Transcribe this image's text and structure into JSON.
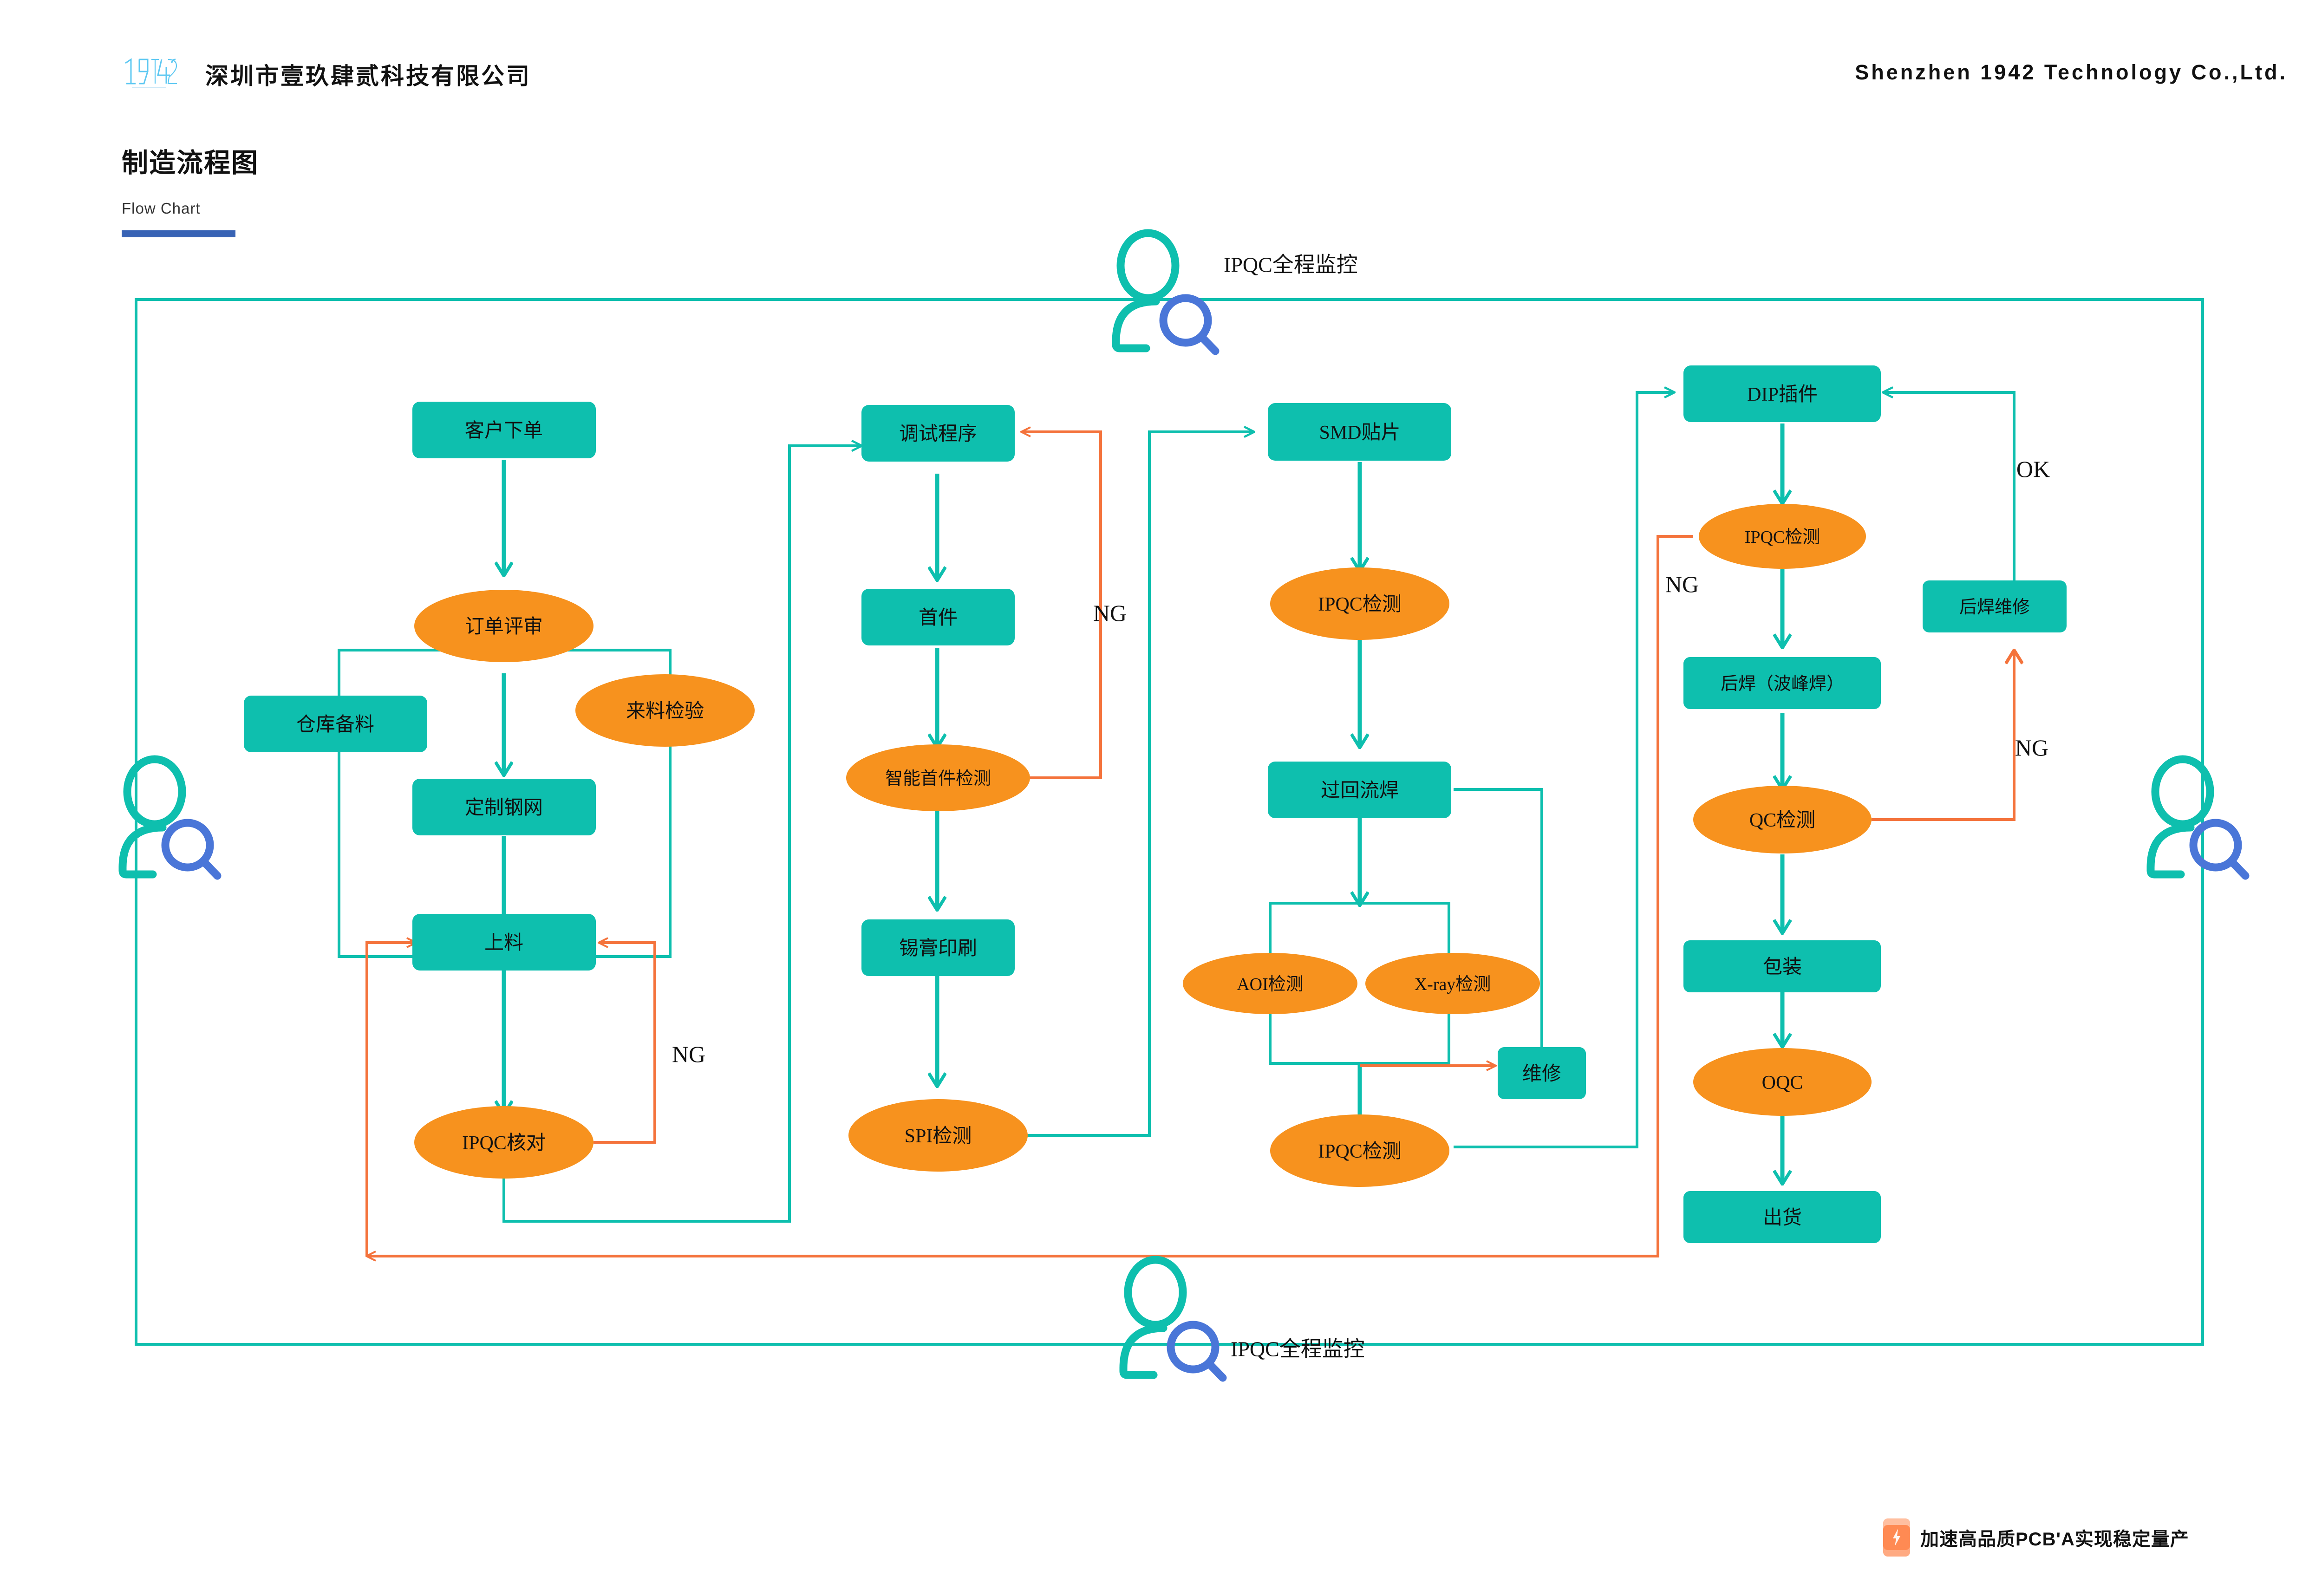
{
  "header": {
    "logo_text": "1942",
    "company_cn": "深圳市壹玖肆贰科技有限公司",
    "company_en": "Shenzhen 1942 Technology Co.,Ltd."
  },
  "title": {
    "cn": "制造流程图",
    "en": "Flow Chart"
  },
  "footer": {
    "slogan": "加速高品质PCB'A实现稳定量产",
    "icon": "lightning-bolt-icon"
  },
  "colors": {
    "teal": "#0ebfae",
    "orange": "#f7921e",
    "orange_line": "#f4733c",
    "blue": "#4a76d8",
    "logo_blue": "#5ec8f2",
    "rule_blue": "#3863b5"
  },
  "chart_data": {
    "type": "flowchart",
    "title": "制造流程图",
    "subtitle": "Flow Chart",
    "monitors": [
      {
        "id": "mon-top",
        "label": "IPQC全程监控"
      },
      {
        "id": "mon-bottom",
        "label": "IPQC全程监控"
      },
      {
        "id": "mon-left",
        "label": ""
      },
      {
        "id": "mon-right",
        "label": ""
      }
    ],
    "nodes": [
      {
        "id": "n1",
        "label": "客户下单",
        "shape": "rect",
        "col": 1
      },
      {
        "id": "n2",
        "label": "订单评审",
        "shape": "ellipse",
        "col": 1
      },
      {
        "id": "n3",
        "label": "仓库备料",
        "shape": "rect",
        "col": 1
      },
      {
        "id": "n4",
        "label": "来料检验",
        "shape": "ellipse",
        "col": 1
      },
      {
        "id": "n5",
        "label": "定制钢网",
        "shape": "rect",
        "col": 1
      },
      {
        "id": "n6",
        "label": "上料",
        "shape": "rect",
        "col": 1
      },
      {
        "id": "n7",
        "label": "IPQC核对",
        "shape": "ellipse",
        "col": 1
      },
      {
        "id": "n8",
        "label": "调试程序",
        "shape": "rect",
        "col": 2
      },
      {
        "id": "n9",
        "label": "首件",
        "shape": "rect",
        "col": 2
      },
      {
        "id": "n10",
        "label": "智能首件检测",
        "shape": "ellipse",
        "col": 2
      },
      {
        "id": "n11",
        "label": "锡膏印刷",
        "shape": "rect",
        "col": 2
      },
      {
        "id": "n12",
        "label": "SPI检测",
        "shape": "ellipse",
        "col": 2
      },
      {
        "id": "n13",
        "label": "SMD贴片",
        "shape": "rect",
        "col": 3
      },
      {
        "id": "n14",
        "label": "IPQC检测",
        "shape": "ellipse",
        "col": 3
      },
      {
        "id": "n15",
        "label": "过回流焊",
        "shape": "rect",
        "col": 3
      },
      {
        "id": "n16",
        "label": "AOI检测",
        "shape": "ellipse",
        "col": 3
      },
      {
        "id": "n17",
        "label": "X-ray检测",
        "shape": "ellipse",
        "col": 3
      },
      {
        "id": "n18",
        "label": "维修",
        "shape": "rect",
        "col": 3
      },
      {
        "id": "n19",
        "label": "IPQC检测",
        "shape": "ellipse",
        "col": 3
      },
      {
        "id": "n20",
        "label": "DIP插件",
        "shape": "rect",
        "col": 4
      },
      {
        "id": "n21",
        "label": "IPQC检测",
        "shape": "ellipse",
        "col": 4
      },
      {
        "id": "n22",
        "label": "后焊（波峰焊）",
        "shape": "rect",
        "col": 4
      },
      {
        "id": "n23",
        "label": "QC检测",
        "shape": "ellipse",
        "col": 4
      },
      {
        "id": "n24",
        "label": "包装",
        "shape": "rect",
        "col": 4
      },
      {
        "id": "n25",
        "label": "OQC",
        "shape": "ellipse",
        "col": 4
      },
      {
        "id": "n26",
        "label": "出货",
        "shape": "rect",
        "col": 4
      },
      {
        "id": "n27",
        "label": "后焊维修",
        "shape": "rect",
        "col": 4
      }
    ],
    "edge_labels": [
      {
        "id": "lbl-ng-1",
        "text": "NG"
      },
      {
        "id": "lbl-ng-2",
        "text": "NG"
      },
      {
        "id": "lbl-ng-3",
        "text": "NG"
      },
      {
        "id": "lbl-ng-4",
        "text": "NG"
      },
      {
        "id": "lbl-ok-1",
        "text": "OK"
      }
    ],
    "edges": [
      {
        "from": "n1",
        "to": "n2",
        "type": "ok"
      },
      {
        "from": "n2",
        "to": "n5",
        "type": "ok"
      },
      {
        "from": "n2",
        "to": "n3",
        "type": "ok"
      },
      {
        "from": "n2",
        "to": "n4",
        "type": "ok"
      },
      {
        "from": "n5",
        "to": "n6",
        "type": "ok"
      },
      {
        "from": "n3",
        "to": "n6",
        "type": "ok"
      },
      {
        "from": "n4",
        "to": "n6",
        "type": "ok"
      },
      {
        "from": "n6",
        "to": "n7",
        "type": "ok"
      },
      {
        "from": "n7",
        "to": "n6",
        "type": "ng",
        "label": "NG"
      },
      {
        "from": "n7",
        "to": "n8",
        "type": "ok"
      },
      {
        "from": "n8",
        "to": "n9",
        "type": "ok"
      },
      {
        "from": "n9",
        "to": "n10",
        "type": "ok"
      },
      {
        "from": "n10",
        "to": "n8",
        "type": "ng",
        "label": "NG"
      },
      {
        "from": "n10",
        "to": "n11",
        "type": "ok"
      },
      {
        "from": "n11",
        "to": "n12",
        "type": "ok"
      },
      {
        "from": "n12",
        "to": "n13",
        "type": "ok"
      },
      {
        "from": "n13",
        "to": "n14",
        "type": "ok"
      },
      {
        "from": "n14",
        "to": "n15",
        "type": "ok"
      },
      {
        "from": "n15",
        "to": "n16",
        "type": "ok"
      },
      {
        "from": "n15",
        "to": "n17",
        "type": "ok"
      },
      {
        "from": "n15",
        "to": "n18",
        "type": "ok"
      },
      {
        "from": "n16",
        "to": "n19",
        "type": "ok"
      },
      {
        "from": "n17",
        "to": "n19",
        "type": "ok"
      },
      {
        "from": "n19",
        "to": "n18",
        "type": "ng"
      },
      {
        "from": "n19",
        "to": "n20",
        "type": "ok"
      },
      {
        "from": "n20",
        "to": "n21",
        "type": "ok"
      },
      {
        "from": "n21",
        "to": "n22",
        "type": "ok"
      },
      {
        "from": "n22",
        "to": "n23",
        "type": "ok"
      },
      {
        "from": "n23",
        "to": "n27",
        "type": "ng",
        "label": "NG"
      },
      {
        "from": "n27",
        "to": "n20",
        "type": "ok",
        "label": "OK"
      },
      {
        "from": "n23",
        "to": "n24",
        "type": "ok"
      },
      {
        "from": "n24",
        "to": "n25",
        "type": "ok"
      },
      {
        "from": "n25",
        "to": "n26",
        "type": "ok"
      },
      {
        "from": "n21",
        "to": "n6",
        "type": "ng",
        "label": "NG"
      }
    ]
  }
}
